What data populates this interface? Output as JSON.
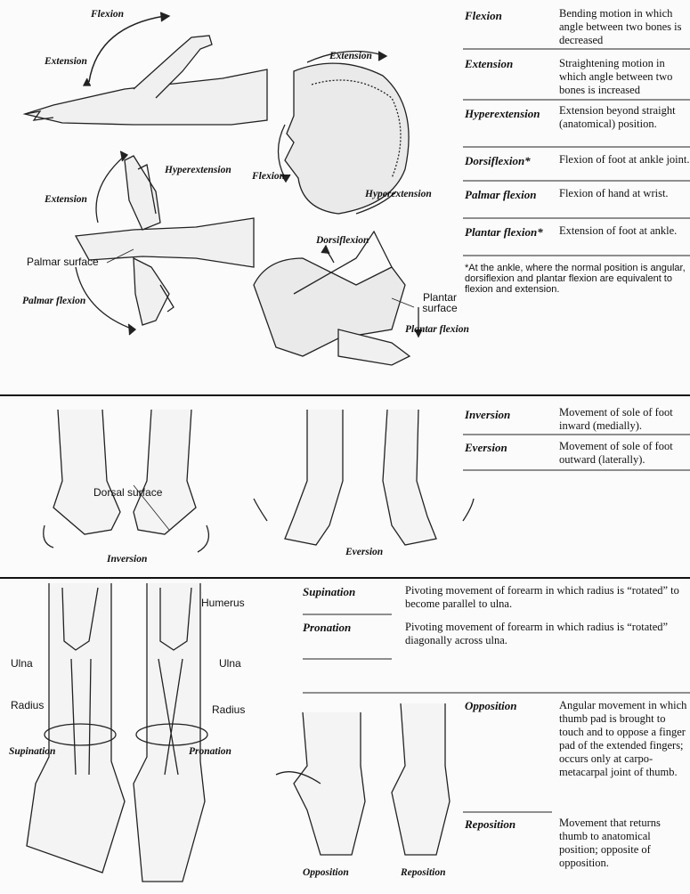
{
  "section1": {
    "rows": [
      {
        "term": "Flexion",
        "def": "Bending motion in which angle between two bones is decreased"
      },
      {
        "term": "Extension",
        "def": "Straightening motion in which angle between two bones is increased"
      },
      {
        "term": "Hyperextension",
        "def": "Extension beyond straight (anatomical) position."
      },
      {
        "term": "Dorsiflexion*",
        "def": "Flexion of foot at ankle joint."
      },
      {
        "term": "Palmar flexion",
        "def": "Flexion of hand at wrist."
      },
      {
        "term": "Plantar flexion*",
        "def": "Extension of foot at ankle."
      }
    ],
    "footnote": "*At the ankle, where the normal position is angular, dorsiflexion and plantar flexion are equivalent to flexion and extension.",
    "labels": {
      "flexion_arm": "Flexion",
      "extension_arm": "Extension",
      "extension_head": "Extension",
      "flexion_head": "Flexion",
      "hyperextension_head": "Hyperextension",
      "hyperextension_hand": "Hyperextension",
      "extension_hand": "Extension",
      "palmar_surface": "Palmar surface",
      "palmar_flexion": "Palmar flexion",
      "dorsiflexion": "Dorsiflexion",
      "plantar_surface": "Plantar surface",
      "plantar_flexion": "Plantar flexion"
    }
  },
  "section2": {
    "rows": [
      {
        "term": "Inversion",
        "def": "Movement of sole of foot inward (medially)."
      },
      {
        "term": "Eversion",
        "def": "Movement of sole of foot outward (laterally)."
      }
    ],
    "labels": {
      "dorsal_surface": "Dorsal surface",
      "inversion": "Inversion",
      "eversion": "Eversion"
    }
  },
  "section3": {
    "rows": [
      {
        "term": "Supination",
        "def": "Pivoting movement of forearm in which radius is “ro­tated” to become parallel to ulna."
      },
      {
        "term": "Pronation",
        "def": "Pivoting movement of forearm in which radius is “ro­tated” diagonally across ulna."
      }
    ],
    "labels": {
      "humerus": "Humerus",
      "ulna_left": "Ulna",
      "ulna_right": "Ulna",
      "radius_left": "Radius",
      "radius_right": "Radius",
      "supination": "Supination",
      "pronation": "Pronation"
    }
  },
  "section4": {
    "rows": [
      {
        "term": "Opposition",
        "def": "Angular movement in which thumb pad is brought to touch and to oppose a finger pad of the extended fingers; occurs only at carpo-metacarpal joint of thumb."
      },
      {
        "term": "Reposition",
        "def": "Movement that returns thumb to anatomical position; opposite of opposition."
      }
    ],
    "labels": {
      "opposition": "Opposition",
      "reposition": "Reposition"
    }
  }
}
